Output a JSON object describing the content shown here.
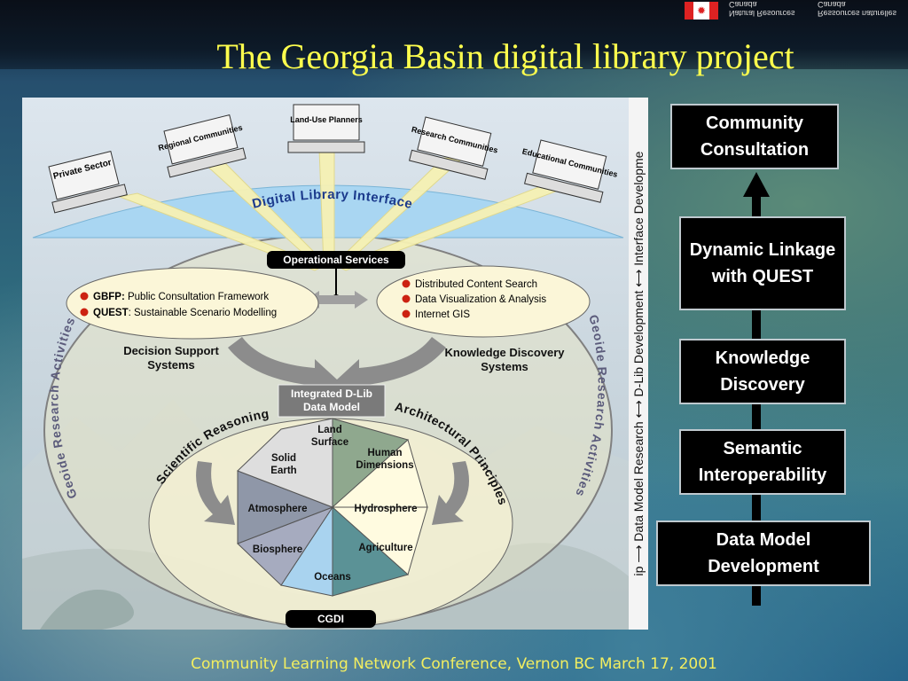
{
  "slide": {
    "title": "The Georgia Basin digital library project",
    "footer": "Community Learning Network Conference, Vernon BC March 17, 2001",
    "fip_line1": "Natural Resources Canada",
    "fip_line2": "Ressources naturelles Canada"
  },
  "diagram": {
    "users": [
      "Private Sector",
      "Regional Communities",
      "Land-Use Planners",
      "Research Communities",
      "Educational Communities"
    ],
    "interface_label": "Digital Library Interface",
    "operational_services": "Operational Services",
    "left_items": [
      {
        "bold": "GBFP:",
        "text": " Public Consultation Framework"
      },
      {
        "bold": "QUEST",
        "text": ": Sustainable Scenario Modelling"
      }
    ],
    "right_items": [
      "Distributed Content Search",
      "Data Visualization & Analysis",
      "Internet GIS"
    ],
    "decision_support": "Decision Support Systems",
    "knowledge_discovery": "Knowledge Discovery Systems",
    "integrated_model": "Integrated D-Lib Data Model",
    "scientific_reasoning": "Scientific Reasoning",
    "architectural_principles": "Architectural Principles",
    "geoide_left": "Geoide Research Activities",
    "geoide_right": "Geoide Research Activities",
    "segments": [
      "Land Surface",
      "Human Dimensions",
      "Hydrosphere",
      "Agriculture",
      "Oceans",
      "Biosphere",
      "Atmosphere",
      "Solid Earth"
    ],
    "cgdi": "CGDI"
  },
  "sidebar_text": {
    "partnership_fragment": "ip",
    "data_model_research": "Data Model Research",
    "dlib_development": "D-Lib Development",
    "interface_development": "Interface Developme"
  },
  "ladder": [
    "Community Consultation",
    "Dynamic Linkage with QUEST",
    "Knowledge Discovery",
    "Semantic Interoperability",
    "Data Model Development"
  ]
}
